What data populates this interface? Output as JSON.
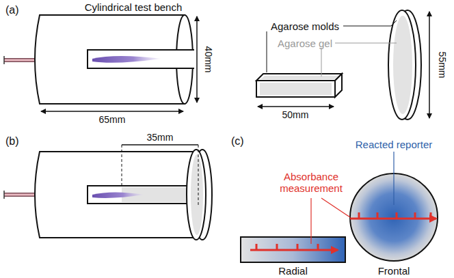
{
  "diagram": {
    "nodes": [
      {
        "text": [
          "Radial"
        ]
      },
      {
        "text": [
          "Reacted reporter",
          "Frontal"
        ]
      }
    ],
    "labels": [
      "(a)",
      "Cylindrical test bench",
      "40mm",
      "65mm",
      "Agarose molds",
      "Agarose gel",
      "50mm",
      "55mm",
      "(b)",
      "35mm",
      "(c)",
      "Absorbance measurement"
    ]
  }
}
